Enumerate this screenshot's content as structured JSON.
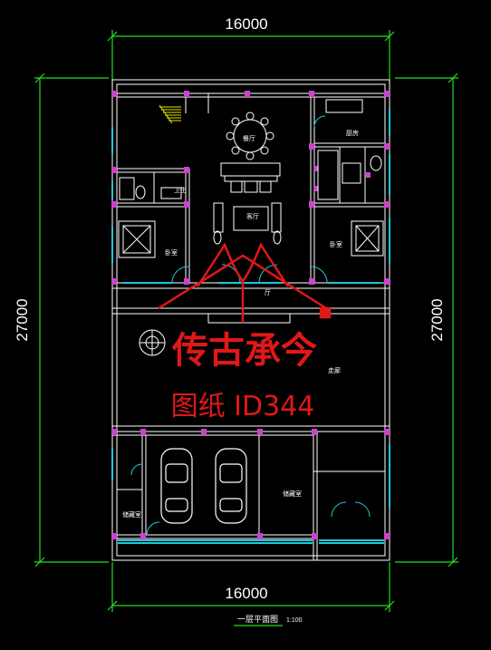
{
  "dimensions": {
    "top_width": "16000",
    "bottom_width": "16000",
    "left_height": "27000",
    "right_height": "27000"
  },
  "rooms": {
    "dining": "餐厅",
    "kitchen": "厨房",
    "bath_top": "卫生",
    "living": "客厅",
    "bedroom_left": "卧室",
    "bedroom_right": "卧室",
    "hall": "厅",
    "garage_side": "储藏室",
    "storage": "储藏室",
    "corridor": "走廊"
  },
  "watermark": {
    "brand": "传古承今",
    "id_text": "图纸 ID344"
  },
  "drawing_title": "一层平面图",
  "scale": "1:100",
  "colors": {
    "background": "#000000",
    "dimension_lines": "#22dd22",
    "walls": "#ffffff",
    "columns": "#d040d0",
    "windows": "#20c8d8",
    "watermark": "#e01818",
    "stairs": "#e8e800"
  }
}
